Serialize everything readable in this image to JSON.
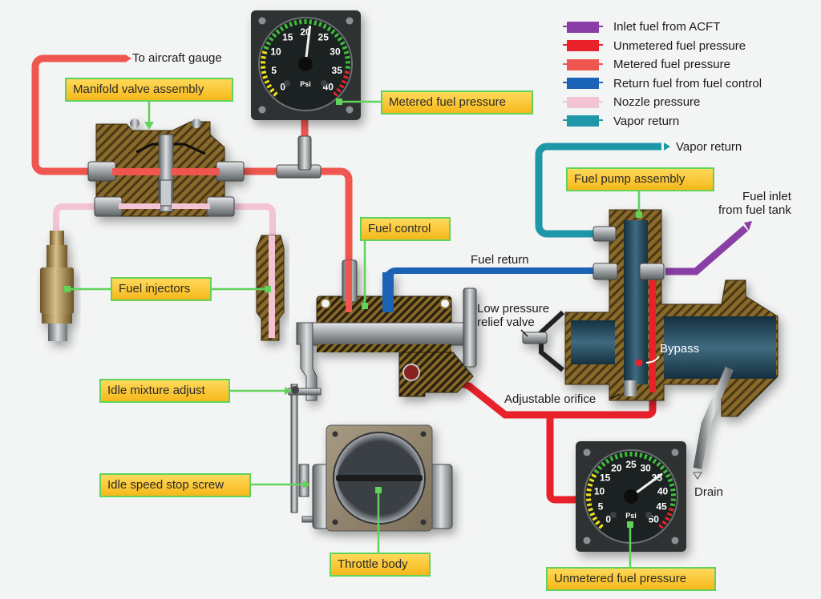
{
  "colors": {
    "background": "#f3f4f4",
    "inlet_fuel": "#8a3fa6",
    "unmetered": "#e8212a",
    "metered": "#ef5650",
    "return_fuel": "#1a63b5",
    "nozzle": "#f3c3d6",
    "vapor": "#1e97a8",
    "callout_fill": "#f8c230",
    "callout_border": "#5fd35a",
    "brass": "#8a6a2c",
    "gauge_face": "#2d3032"
  },
  "legend": [
    {
      "label": "Inlet fuel from ACFT",
      "color": "#8a3fa6"
    },
    {
      "label": "Unmetered fuel pressure",
      "color": "#e8212a"
    },
    {
      "label": "Metered fuel pressure",
      "color": "#ef5650"
    },
    {
      "label": "Return fuel from fuel control",
      "color": "#1a63b5"
    },
    {
      "label": "Nozzle pressure",
      "color": "#f3c3d6"
    },
    {
      "label": "Vapor return",
      "color": "#1e97a8"
    }
  ],
  "callouts": {
    "manifold_valve": "Manifold valve assembly",
    "metered_gauge": "Metered fuel pressure",
    "fuel_control": "Fuel control",
    "fuel_injectors": "Fuel injectors",
    "fuel_pump": "Fuel pump assembly",
    "idle_mixture": "Idle mixture adjust",
    "idle_speed": "Idle speed stop screw",
    "throttle_body": "Throttle body",
    "unmetered_gauge": "Unmetered fuel pressure"
  },
  "annotations": {
    "to_aircraft_gauge": "To aircraft gauge",
    "vapor_return": "Vapor return",
    "fuel_inlet_line1": "Fuel inlet",
    "fuel_inlet_line2": "from fuel tank",
    "fuel_return": "Fuel return",
    "low_pressure_line1": "Low pressure",
    "low_pressure_line2": "relief valve",
    "bypass": "Bypass",
    "adjustable_orifice": "Adjustable orifice",
    "drain": "Drain"
  },
  "gauges": {
    "metered": {
      "unit": "Psi",
      "min": 0,
      "max": 40,
      "ticks": [
        "0",
        "5",
        "10",
        "15",
        "20",
        "25",
        "30",
        "35",
        "40"
      ],
      "needle_value": 21,
      "yellow_range": [
        0,
        10
      ],
      "green_range": [
        10,
        35
      ],
      "red_range": [
        35,
        40
      ]
    },
    "unmetered": {
      "unit": "Psi",
      "min": 0,
      "max": 50,
      "ticks": [
        "0",
        "5",
        "10",
        "15",
        "20",
        "25",
        "30",
        "35",
        "40",
        "45",
        "50"
      ],
      "needle_value": 35,
      "yellow_range": [
        0,
        15
      ],
      "green_range": [
        15,
        45
      ],
      "red_range": [
        45,
        50
      ]
    }
  }
}
